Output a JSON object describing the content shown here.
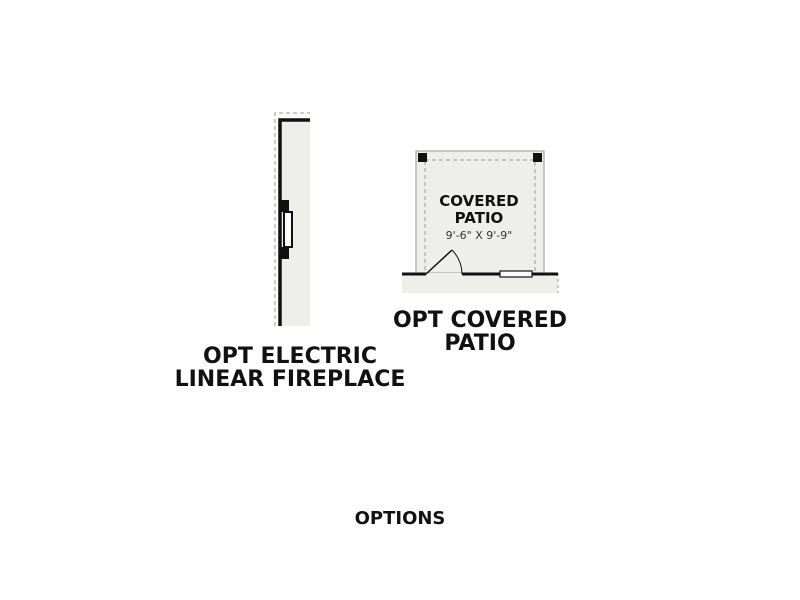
{
  "fireplace_option": {
    "label_line1": "OPT ELECTRIC",
    "label_line2": "LINEAR FIREPLACE"
  },
  "patio_option": {
    "room_name_line1": "COVERED",
    "room_name_line2": "PATIO",
    "room_dimensions": "9'-6\" X 9'-9\"",
    "label_line1": "OPT COVERED",
    "label_line2": "PATIO"
  },
  "footer": {
    "title": "OPTIONS"
  },
  "colors": {
    "wall": "#111111",
    "floor_fill": "#eeeeea",
    "dashed_line": "#9a9a9a",
    "text": "#111111"
  }
}
